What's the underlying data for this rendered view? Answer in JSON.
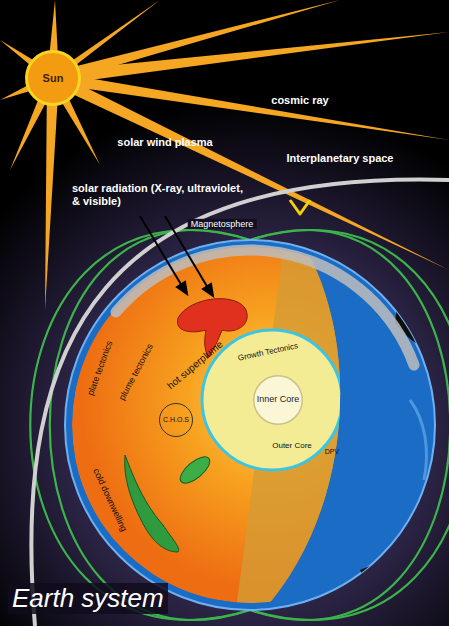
{
  "diagram": {
    "title": "Earth system",
    "nodes": [
      {
        "text": [
          "Sun"
        ]
      },
      {
        "text": [
          "Inner Core"
        ]
      },
      {
        "text": [
          "C.H.O.S"
        ]
      }
    ],
    "labels": [
      "cosmic ray",
      "solar wind plasma",
      "Interplanetary space",
      "solar radiation (X-ray, ultraviolet, & visible)",
      "Magnetosphere",
      "hot superplume",
      "plate tectonics",
      "plume tectonics",
      "Growth Tectonics",
      "Outer Core",
      "DPV",
      "cold downwelling"
    ]
  }
}
